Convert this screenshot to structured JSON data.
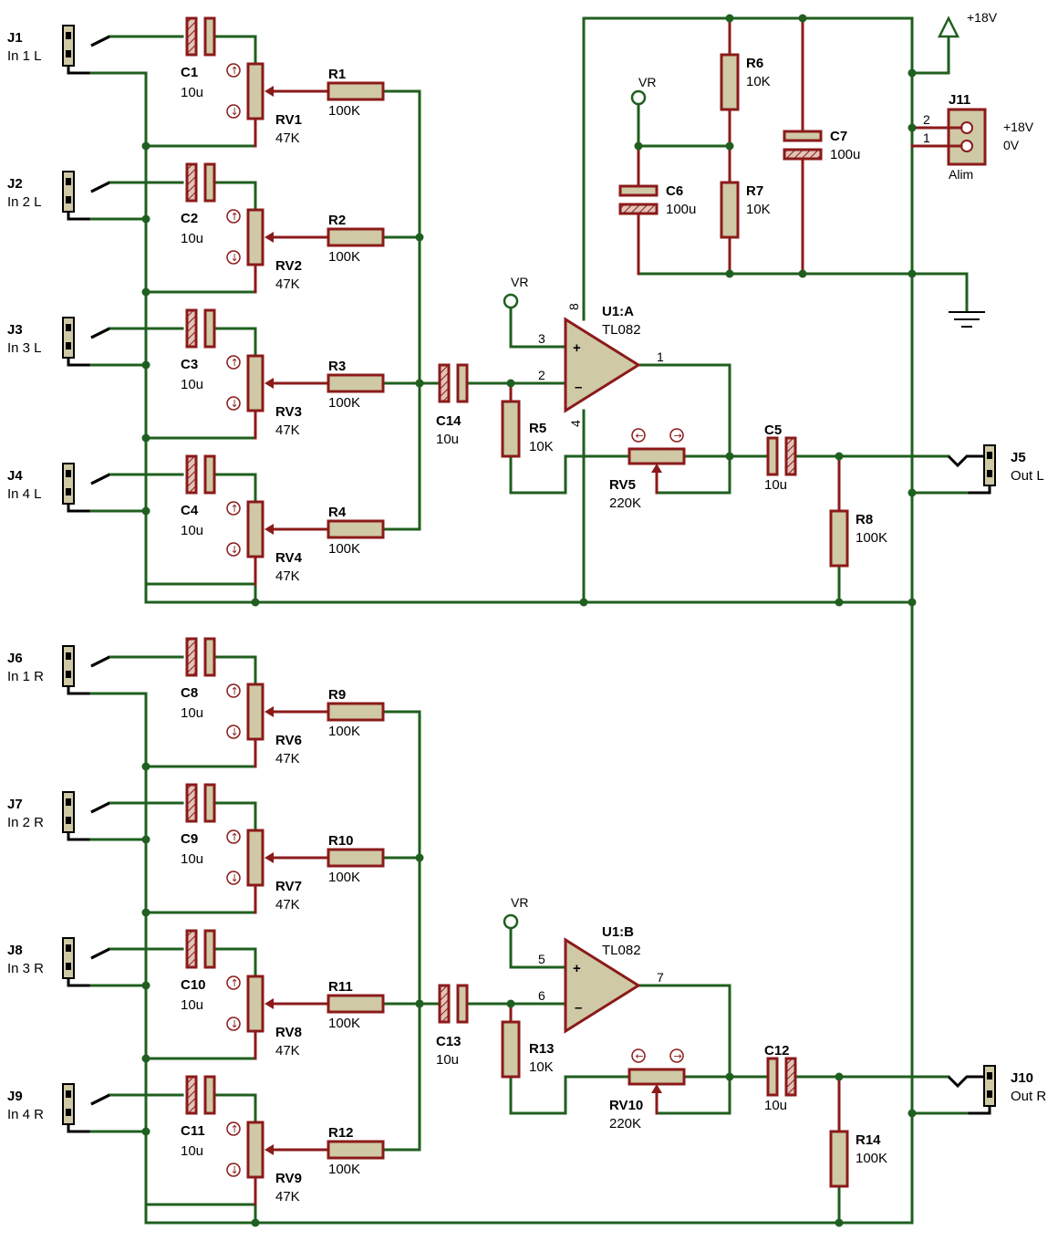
{
  "inputs": [
    {
      "jack": "J1",
      "label": "In 1 L",
      "cap": "C1",
      "cap_value": "10u",
      "pot": "RV1",
      "pot_value": "47K",
      "res": "R1",
      "res_value": "100K"
    },
    {
      "jack": "J2",
      "label": "In 2 L",
      "cap": "C2",
      "cap_value": "10u",
      "pot": "RV2",
      "pot_value": "47K",
      "res": "R2",
      "res_value": "100K"
    },
    {
      "jack": "J3",
      "label": "In 3 L",
      "cap": "C3",
      "cap_value": "10u",
      "pot": "RV3",
      "pot_value": "47K",
      "res": "R3",
      "res_value": "100K"
    },
    {
      "jack": "J4",
      "label": "In 4 L",
      "cap": "C4",
      "cap_value": "10u",
      "pot": "RV4",
      "pot_value": "47K",
      "res": "R4",
      "res_value": "100K"
    },
    {
      "jack": "J6",
      "label": "In 1 R",
      "cap": "C8",
      "cap_value": "10u",
      "pot": "RV6",
      "pot_value": "47K",
      "res": "R9",
      "res_value": "100K"
    },
    {
      "jack": "J7",
      "label": "In 2 R",
      "cap": "C9",
      "cap_value": "10u",
      "pot": "RV7",
      "pot_value": "47K",
      "res": "R10",
      "res_value": "100K"
    },
    {
      "jack": "J8",
      "label": "In 3 R",
      "cap": "C10",
      "cap_value": "10u",
      "pot": "RV8",
      "pot_value": "47K",
      "res": "R11",
      "res_value": "100K"
    },
    {
      "jack": "J9",
      "label": "In 4 R",
      "cap": "C11",
      "cap_value": "10u",
      "pot": "RV9",
      "pot_value": "47K",
      "res": "R12",
      "res_value": "100K"
    }
  ],
  "channels": [
    {
      "opamp": "U1:A",
      "opamp_part": "TL082",
      "pin_plus": "3",
      "pin_minus": "2",
      "pin_out": "1",
      "pin_vcc": "8",
      "pin_gnd": "4",
      "vr_label": "VR",
      "in_cap": "C14",
      "in_cap_value": "10u",
      "fb_res": "R5",
      "fb_res_value": "10K",
      "fb_pot": "RV5",
      "fb_pot_value": "220K",
      "out_cap": "C5",
      "out_cap_value": "10u",
      "load_res": "R8",
      "load_res_value": "100K",
      "out_jack": "J5",
      "out_label": "Out L"
    },
    {
      "opamp": "U1:B",
      "opamp_part": "TL082",
      "pin_plus": "5",
      "pin_minus": "6",
      "pin_out": "7",
      "pin_vcc": "",
      "pin_gnd": "",
      "vr_label": "VR",
      "in_cap": "C13",
      "in_cap_value": "10u",
      "fb_res": "R13",
      "fb_res_value": "10K",
      "fb_pot": "RV10",
      "fb_pot_value": "220K",
      "out_cap": "C12",
      "out_cap_value": "10u",
      "load_res": "R14",
      "load_res_value": "100K",
      "out_jack": "J10",
      "out_label": "Out R"
    }
  ],
  "supply": {
    "vr_label": "VR",
    "r6": "R6",
    "r6_value": "10K",
    "r7": "R7",
    "r7_value": "10K",
    "c6": "C6",
    "c6_value": "100u",
    "c7": "C7",
    "c7_value": "100u",
    "power_label": "+18V",
    "conn": "J11",
    "conn_sub": "Alim",
    "conn_pin2": "2",
    "conn_pin1": "1",
    "conn_pin2_label": "+18V",
    "conn_pin1_label": "0V"
  },
  "colors": {
    "wire": "#1f5f1f",
    "component": "#8b1a1a",
    "fill": "#cfc9a6"
  }
}
